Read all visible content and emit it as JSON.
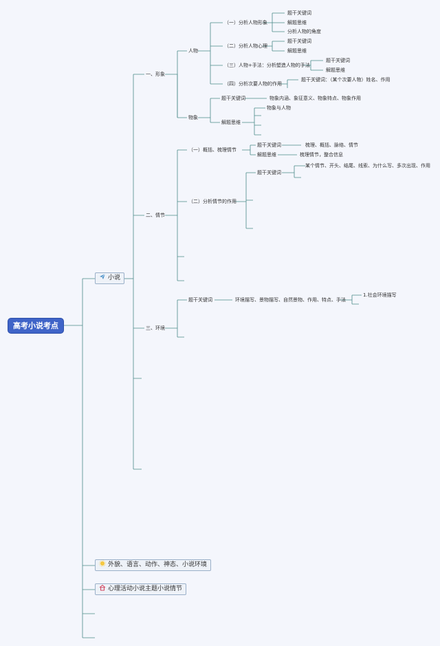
{
  "root": "高考小说考点",
  "novel": "小说",
  "xingxiang": {
    "label": "一、形象",
    "renwu": {
      "label": "人物",
      "items": [
        {
          "label": "（一）分析人物形象",
          "subs": [
            "题干关键词",
            "解题思维",
            "分析人物的角度"
          ]
        },
        {
          "label": "（二）分析人物心理",
          "subs": [
            "题干关键词",
            "解题思维"
          ]
        },
        {
          "label": "（三）人物+手法：分析塑造人物的手法",
          "subs": [
            "题干关键词",
            "解题思维"
          ]
        },
        {
          "label": "（四）分析次要人物的作用",
          "subs": [
            "题干关键词：（某个次要人物）姓名、作用"
          ]
        }
      ]
    },
    "wuxiang": {
      "label": "物象",
      "keyword": "题干关键词",
      "keyword_desc": "物象内涵、象征意义、物象特点、物象作用",
      "thinking": "解题思维",
      "thinking_sub": "物象与人物"
    }
  },
  "qingjie": {
    "label": "二、情节",
    "p1": {
      "label": "（一）概括、梳理情节",
      "keyword": "题干关键词",
      "keyword_desc": "梳理、概括、脉络、情节",
      "thinking": "解题思维",
      "thinking_desc": "梳理情节，整合信息"
    },
    "p2": {
      "label": "（二）分析情节的作用",
      "keyword": "题干关键词",
      "keyword_desc": "某个情节、开头、结尾、线索、为什么写、多次出现、作用"
    }
  },
  "huanjing": {
    "label": "三、环境",
    "keyword": "题干关键词",
    "keyword_desc": "环境描写、景物描写、自然景物、作用、特点、手法",
    "sub": "1.社会环境描写"
  },
  "bottom1": "外貌、语言、动作、神态、小说环境",
  "bottom2": "心理活动小说主题小说情节",
  "colors": {
    "line": "#4a8a88",
    "root_bg": "#3f64c8",
    "background": "#f4f6fc"
  },
  "icons": {
    "novel": "paper-plane-icon",
    "bottom1": "sun-icon",
    "bottom2": "home-icon"
  }
}
